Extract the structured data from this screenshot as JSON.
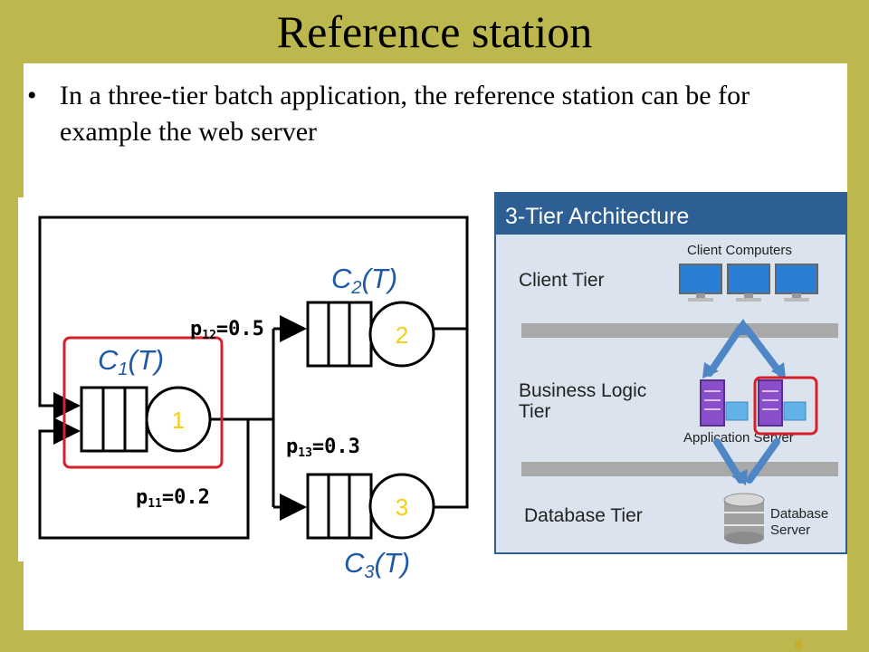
{
  "slide": {
    "title": "Reference station",
    "bullet": "In a three-tier batch application, the reference station can be for example the web server",
    "page_number": "8"
  },
  "network": {
    "class_c1": "C",
    "sub_c1": "1",
    "paren_c1": "(T)",
    "class_c2": "C",
    "sub_c2": "2",
    "paren_c2": "(T)",
    "class_c3": "C",
    "sub_c3": "3",
    "paren_c3": "(T)",
    "station_1": "1",
    "station_2": "2",
    "station_3": "3",
    "p12_p": "p",
    "p12_sub": "12",
    "p12_val": "=0.5",
    "p13_p": "p",
    "p13_sub": "13",
    "p13_val": "=0.3",
    "p11_p": "p",
    "p11_sub": "11",
    "p11_val": "=0.2",
    "colors": {
      "class_label": "#1f5aa6",
      "station_number": "#f2d016",
      "highlight": "#d6202a"
    }
  },
  "architecture": {
    "title": "3-Tier Architecture",
    "client_tier": "Client Tier",
    "client_computers": "Client Computers",
    "business_tier_line1": "Business Logic",
    "business_tier_line2": "Tier",
    "app_server_label": "Application Server",
    "database_tier": "Database Tier",
    "db_server_line1": "Database",
    "db_server_line2": "Server",
    "icons": [
      "monitor-icon",
      "server-icon",
      "database-icon",
      "arrow-icon"
    ],
    "colors": {
      "header": "#2d5f94",
      "panel": "#dbe4ee",
      "separator": "#a9a9a9",
      "arrow": "#4f86c6",
      "highlight": "#d6202a"
    }
  }
}
